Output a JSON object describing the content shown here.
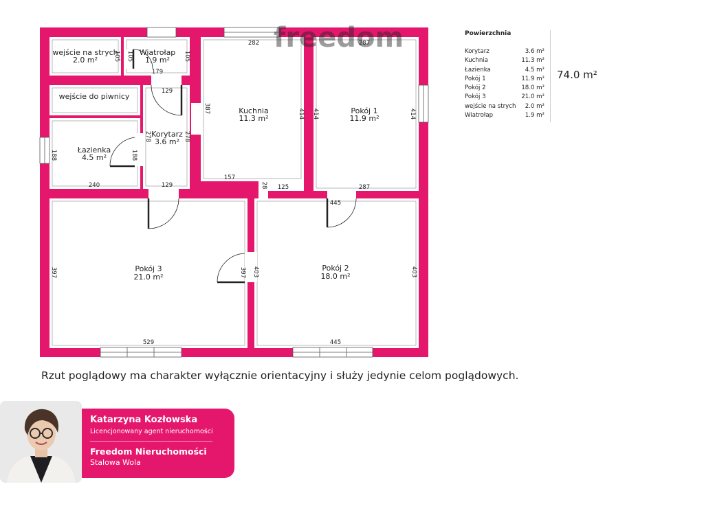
{
  "colors": {
    "wall": "#e5176d",
    "floor": "#ffffff",
    "accent": "#e5176d"
  },
  "rooms": {
    "strych": {
      "name": "wejście na strych",
      "area": "2.0 m²"
    },
    "wiatrolap": {
      "name": "Wiatrołap",
      "area": "1.9 m²"
    },
    "piwnica": {
      "name": "wejście do piwnicy"
    },
    "korytarz": {
      "name": "Korytarz",
      "area": "3.6 m²"
    },
    "lazienka": {
      "name": "Łazienka",
      "area": "4.5 m²"
    },
    "kuchnia": {
      "name": "Kuchnia",
      "area": "11.3 m²"
    },
    "pokoj1": {
      "name": "Pokój 1",
      "area": "11.9 m²"
    },
    "pokoj3": {
      "name": "Pokój 3",
      "area": "21.0 m²"
    },
    "pokoj2": {
      "name": "Pokój 2",
      "area": "18.0 m²"
    }
  },
  "dims": {
    "strych_h": "105",
    "wiatrolap_h1": "105",
    "wiatrolap_h2": "105",
    "wiatrolap_w": "179",
    "kuchnia_top": "282",
    "pokoj1_top": "287",
    "korytarz_top": "129",
    "kuchnia_left": "387",
    "kuchnia_right": "414",
    "pokoj1_left": "414",
    "pokoj1_right": "414",
    "korytarz_left": "278",
    "korytarz_right": "278",
    "lazienka_left": "188",
    "lazienka_right": "188",
    "lazienka_bottom": "240",
    "korytarz_bottom": "129",
    "kuchnia_bottom1": "157",
    "kuchnia_bottom_small": "28",
    "kuchnia_bottom2": "125",
    "pokoj1_bottom": "287",
    "pokoj2_top": "445",
    "pokoj3_left": "397",
    "pokoj3_right": "397",
    "pokoj3_bottom": "529",
    "pokoj2_left": "403",
    "pokoj2_right": "403",
    "pokoj2_bottom": "445"
  },
  "watermark": "freedom",
  "legend": {
    "title": "Powierzchnia",
    "rows": [
      {
        "label": "Korytarz",
        "value": "3.6 m²"
      },
      {
        "label": "Kuchnia",
        "value": "11.3 m²"
      },
      {
        "label": "Łazienka",
        "value": "4.5 m²"
      },
      {
        "label": "Pokój 1",
        "value": "11.9 m²"
      },
      {
        "label": "Pokój 2",
        "value": "18.0 m²"
      },
      {
        "label": "Pokój 3",
        "value": "21.0 m²"
      },
      {
        "label": "wejście na strych",
        "value": "2.0 m²"
      },
      {
        "label": "Wiatrołap",
        "value": "1.9 m²"
      }
    ],
    "total": "74.0 m²"
  },
  "disclaimer": "Rzut poglądowy ma charakter wyłącznie  orientacyjny  i służy jedynie celom poglądowych.",
  "agent": {
    "name": "Katarzyna Kozłowska",
    "role": "Licencjonowany agent nieruchomości",
    "company": "Freedom Nieruchomości",
    "city": "Stalowa Wola"
  }
}
